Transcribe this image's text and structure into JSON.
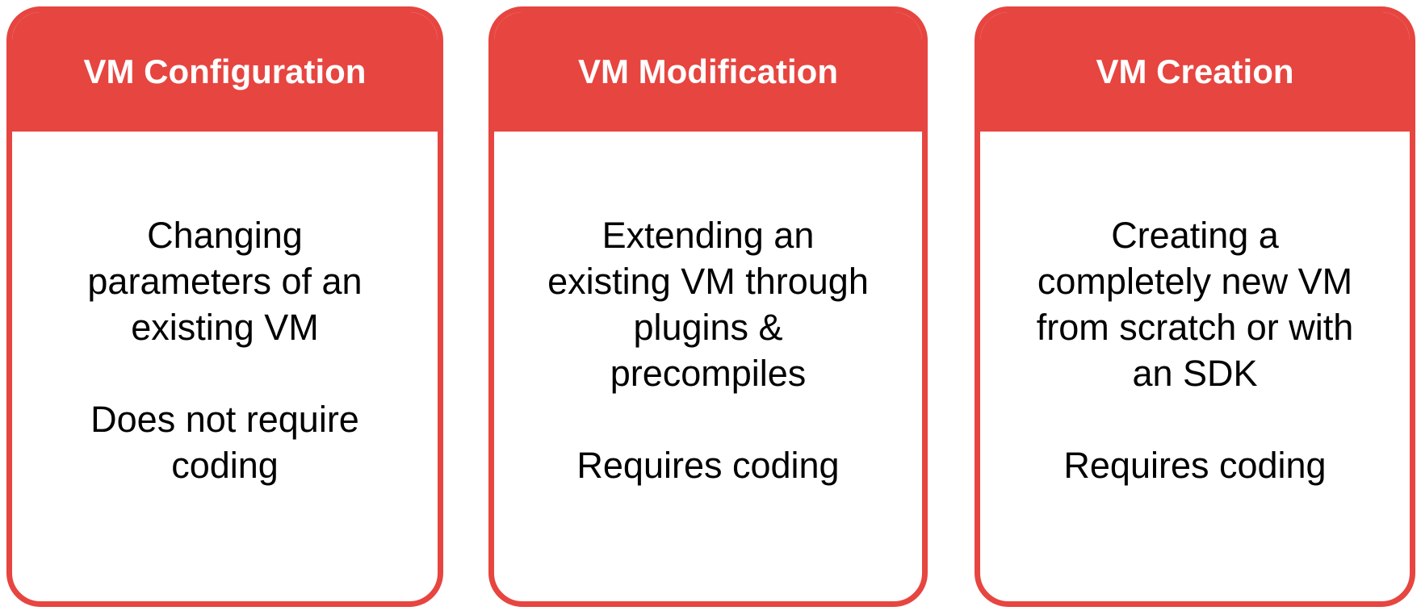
{
  "page": {
    "background": "#ffffff"
  },
  "theme": {
    "accent_red": "#e74540",
    "header_text_color": "#ffffff",
    "body_text_color": "#000000"
  },
  "cards": [
    {
      "id": "vm-configuration",
      "title": "VM Configuration",
      "body_lines": [
        "Changing",
        "parameters of an",
        "existing VM",
        "",
        "Does not require",
        "coding"
      ]
    },
    {
      "id": "vm-modification",
      "title": "VM Modification",
      "body_lines": [
        "Extending an",
        "existing VM through",
        "plugins &",
        "precompiles",
        "",
        "Requires coding"
      ]
    },
    {
      "id": "vm-creation",
      "title": "VM Creation",
      "body_lines": [
        "Creating a",
        "completely new VM",
        "from scratch or with",
        "an SDK",
        "",
        "Requires coding"
      ]
    }
  ]
}
